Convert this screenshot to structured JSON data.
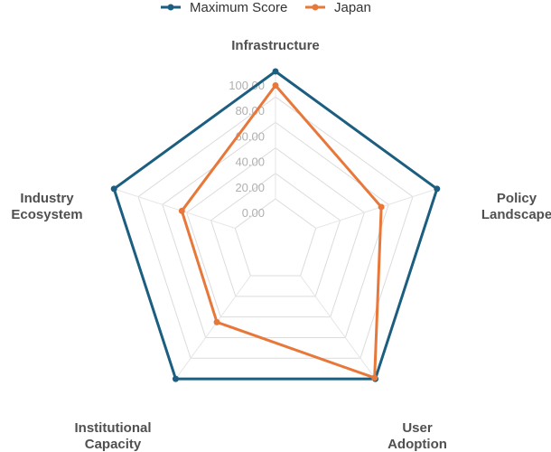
{
  "chart_data": {
    "type": "radar",
    "axes": [
      "Infrastructure",
      "Policy Landscape",
      "User Adoption",
      "Institutional Capacity",
      "Industry Ecosystem"
    ],
    "axis_label_lines": [
      [
        "Infrastructure"
      ],
      [
        "Policy",
        "Landscape"
      ],
      [
        "User",
        "Adoption"
      ],
      [
        "Institutional",
        "Capacity"
      ],
      [
        "Industry",
        "Ecosystem"
      ]
    ],
    "series": [
      {
        "name": "Maximum Score",
        "color": "#1b5e80",
        "values": [
          100,
          100,
          100,
          100,
          100
        ]
      },
      {
        "name": "Japan",
        "color": "#e8773a",
        "values": [
          89,
          54,
          99,
          45,
          44
        ]
      }
    ],
    "radial_ticks": [
      "0.00",
      "20.00",
      "40.00",
      "60.00",
      "80.00",
      "100.00"
    ],
    "range": [
      0,
      100
    ],
    "legend_position": "top"
  }
}
